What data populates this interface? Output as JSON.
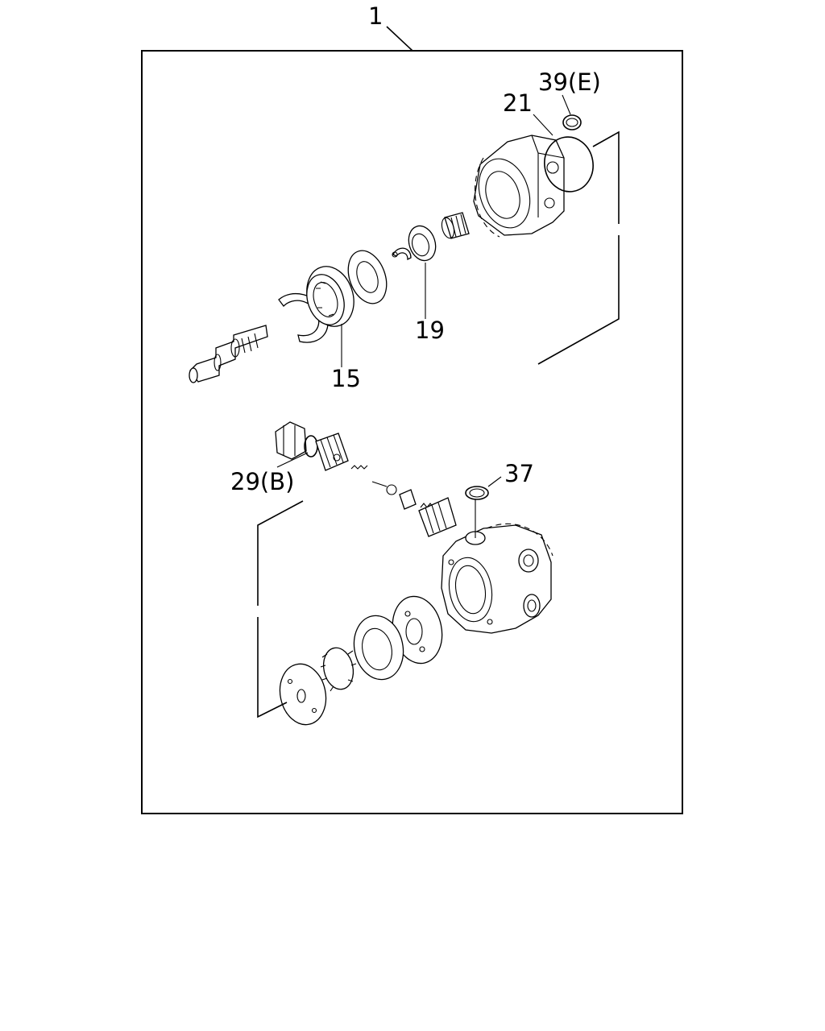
{
  "diagram": {
    "callouts": {
      "assembly": "1",
      "housing_seal": "21",
      "o_ring_e": "39(E)",
      "bearing_small": "19",
      "bearing_large": "15",
      "valve_o_ring": "29(B)",
      "fitting_o_ring": "37"
    }
  }
}
